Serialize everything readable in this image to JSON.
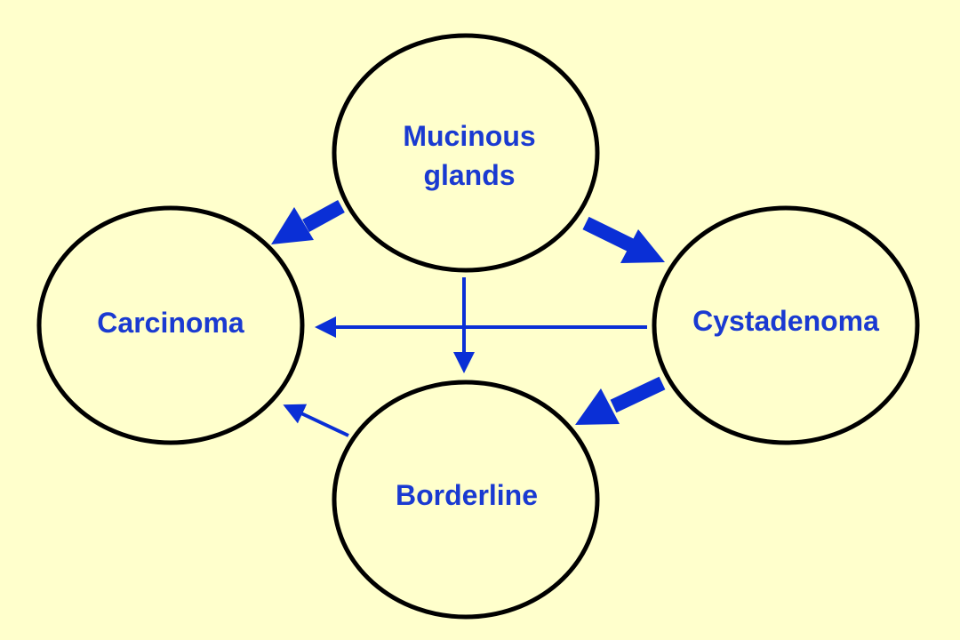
{
  "colors": {
    "background": "#FFFFCC",
    "ellipse_fill": "#FFFFCC",
    "ellipse_stroke": "#000000",
    "text": "#1A3AD1",
    "arrow": "#0A2FD6"
  },
  "nodes": {
    "mucinous": {
      "line1": "Mucinous",
      "line2": "glands"
    },
    "carcinoma": {
      "label": "Carcinoma"
    },
    "cystadenoma": {
      "label": "Cystadenoma"
    },
    "borderline": {
      "label": "Borderline"
    }
  },
  "edges": [
    {
      "from": "Mucinous glands",
      "to": "Carcinoma",
      "weight": "thick"
    },
    {
      "from": "Mucinous glands",
      "to": "Cystadenoma",
      "weight": "thick"
    },
    {
      "from": "Mucinous glands",
      "to": "Borderline",
      "weight": "thin"
    },
    {
      "from": "Cystadenoma",
      "to": "Carcinoma",
      "weight": "thin"
    },
    {
      "from": "Cystadenoma",
      "to": "Borderline",
      "weight": "thick"
    },
    {
      "from": "Borderline",
      "to": "Carcinoma",
      "weight": "thin"
    }
  ]
}
